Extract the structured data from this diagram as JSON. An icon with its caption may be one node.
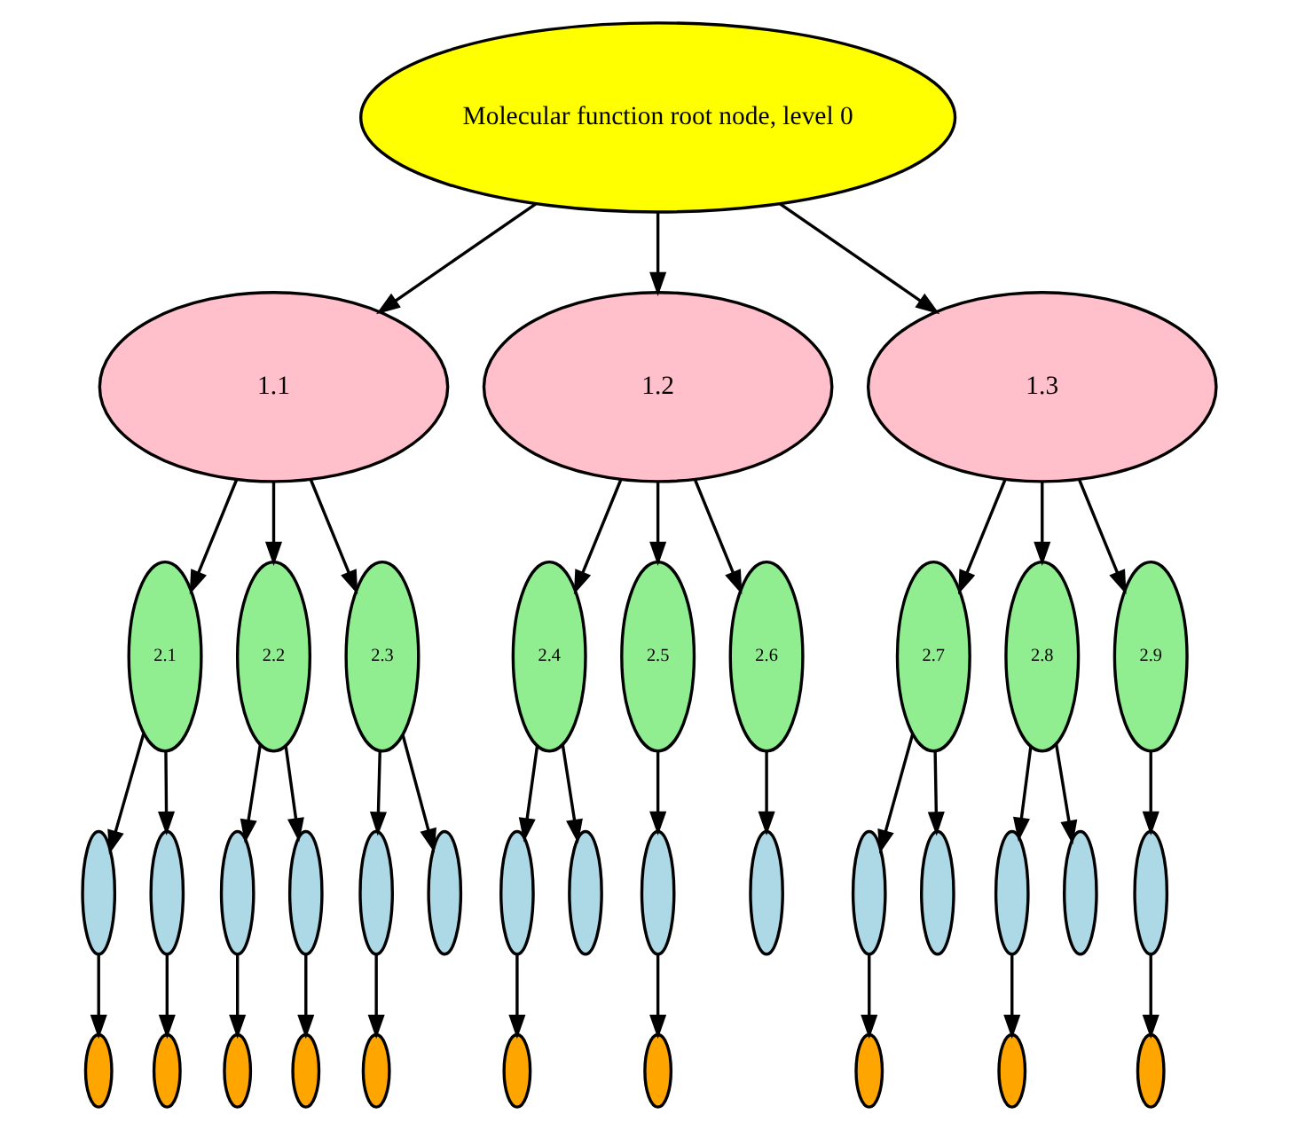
{
  "diagram": {
    "nodes": [
      {
        "text": [
          "Molecular function root node, level 0"
        ]
      },
      {
        "text": [
          "1.1"
        ]
      },
      {
        "text": [
          "1.2"
        ]
      },
      {
        "text": [
          "1.3"
        ]
      },
      {
        "text": [
          "2.1"
        ]
      },
      {
        "text": [
          "2.2"
        ]
      },
      {
        "text": [
          "2.3"
        ]
      },
      {
        "text": [
          "2.4"
        ]
      },
      {
        "text": [
          "2.5"
        ]
      },
      {
        "text": [
          "2.6"
        ]
      },
      {
        "text": [
          "2.7"
        ]
      },
      {
        "text": [
          "2.8"
        ]
      },
      {
        "text": [
          "2.9"
        ]
      },
      {
        "text": [],
        "shape": "ellipse"
      },
      {
        "text": [],
        "shape": "ellipse"
      },
      {
        "text": [],
        "shape": "ellipse"
      },
      {
        "text": [],
        "shape": "ellipse"
      },
      {
        "text": [],
        "shape": "ellipse"
      },
      {
        "text": [],
        "shape": "ellipse"
      },
      {
        "text": [],
        "shape": "ellipse"
      },
      {
        "text": [],
        "shape": "ellipse"
      },
      {
        "text": [],
        "shape": "ellipse"
      },
      {
        "text": [],
        "shape": "ellipse"
      },
      {
        "text": [],
        "shape": "ellipse"
      },
      {
        "text": [],
        "shape": "ellipse"
      },
      {
        "text": [],
        "shape": "ellipse"
      },
      {
        "text": [],
        "shape": "ellipse"
      },
      {
        "text": [],
        "shape": "ellipse"
      },
      {
        "text": [],
        "shape": "ellipse"
      },
      {
        "text": [],
        "shape": "ellipse"
      },
      {
        "text": [],
        "shape": "ellipse"
      },
      {
        "text": [],
        "shape": "ellipse"
      },
      {
        "text": [],
        "shape": "ellipse"
      },
      {
        "text": [],
        "shape": "ellipse"
      },
      {
        "text": [],
        "shape": "ellipse"
      },
      {
        "text": [],
        "shape": "ellipse"
      },
      {
        "text": [],
        "shape": "ellipse"
      },
      {
        "text": [],
        "shape": "ellipse"
      }
    ],
    "edges": [
      {
        "from": 0,
        "to": 1,
        "arrow": "to"
      },
      {
        "from": 0,
        "to": 2,
        "arrow": "to"
      },
      {
        "from": 0,
        "to": 3,
        "arrow": "to"
      },
      {
        "from": 1,
        "to": 4,
        "arrow": "to"
      },
      {
        "from": 1,
        "to": 5,
        "arrow": "to"
      },
      {
        "from": 1,
        "to": 6,
        "arrow": "to"
      },
      {
        "from": 2,
        "to": 7,
        "arrow": "to"
      },
      {
        "from": 2,
        "to": 8,
        "arrow": "to"
      },
      {
        "from": 2,
        "to": 9,
        "arrow": "to"
      },
      {
        "from": 3,
        "to": 10,
        "arrow": "to"
      },
      {
        "from": 3,
        "to": 11,
        "arrow": "to"
      },
      {
        "from": 3,
        "to": 12,
        "arrow": "to"
      },
      {
        "from": 4,
        "to": 13,
        "arrow": "to"
      },
      {
        "from": 4,
        "to": 14,
        "arrow": "to"
      },
      {
        "from": 5,
        "to": 15,
        "arrow": "to"
      },
      {
        "from": 5,
        "to": 16,
        "arrow": "to"
      },
      {
        "from": 6,
        "to": 17,
        "arrow": "to"
      },
      {
        "from": 6,
        "to": 18,
        "arrow": "to"
      },
      {
        "from": 7,
        "to": 19,
        "arrow": "to"
      },
      {
        "from": 7,
        "to": 20,
        "arrow": "to"
      },
      {
        "from": 8,
        "to": 21,
        "arrow": "to"
      },
      {
        "from": 9,
        "to": 22,
        "arrow": "to"
      },
      {
        "from": 10,
        "to": 23,
        "arrow": "to"
      },
      {
        "from": 10,
        "to": 24,
        "arrow": "to"
      },
      {
        "from": 11,
        "to": 25,
        "arrow": "to"
      },
      {
        "from": 11,
        "to": 26,
        "arrow": "to"
      },
      {
        "from": 12,
        "to": 27,
        "arrow": "to"
      },
      {
        "from": 13,
        "to": 28,
        "arrow": "to"
      },
      {
        "from": 14,
        "to": 29,
        "arrow": "to"
      },
      {
        "from": 15,
        "to": 30,
        "arrow": "to"
      },
      {
        "from": 16,
        "to": 31,
        "arrow": "to"
      },
      {
        "from": 17,
        "to": 32,
        "arrow": "to"
      },
      {
        "from": 19,
        "to": 33,
        "arrow": "to"
      },
      {
        "from": 21,
        "to": 34,
        "arrow": "to"
      },
      {
        "from": 23,
        "to": 35,
        "arrow": "to"
      },
      {
        "from": 25,
        "to": 36,
        "arrow": "to"
      },
      {
        "from": 27,
        "to": 37,
        "arrow": "to"
      }
    ]
  }
}
